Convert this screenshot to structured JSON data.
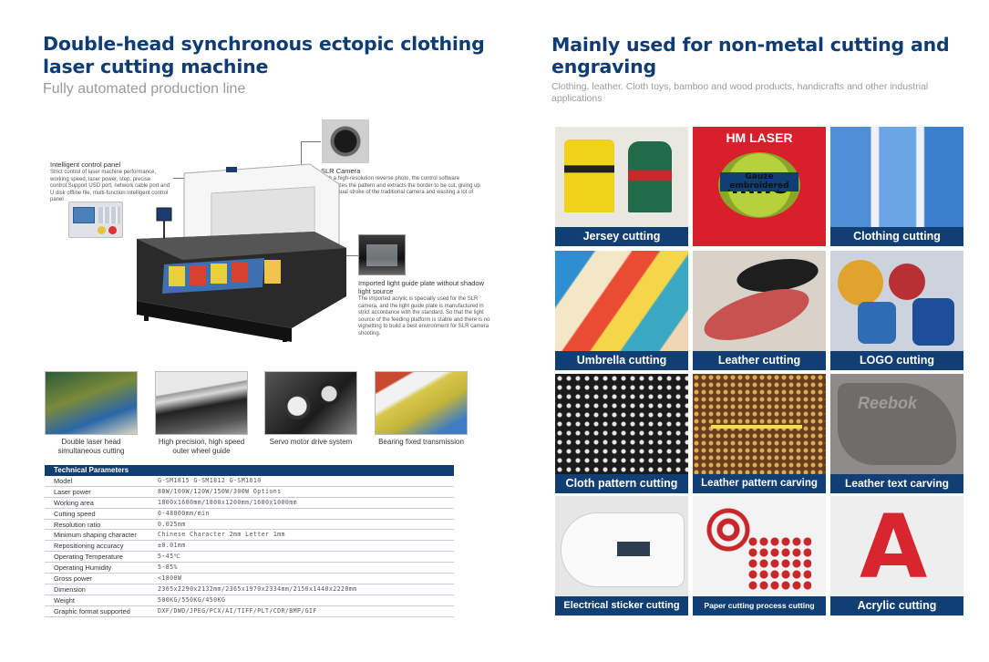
{
  "left": {
    "title": "Double-head synchronous ectopic clothing laser cutting machine",
    "subtitle": "Fully automated production line",
    "callouts": {
      "panel": {
        "title": "Intelligent control panel",
        "text": "Strict control of laser machine performance, working speed, laser power, step, precise control.Support USD port, network cable port and U disk offline file, multi-function intelligent control panel"
      },
      "camera": {
        "title": "SLR Camera",
        "text": "With a high-resolution reverse photo, the control software recognizes the pattern and extracts the border to be cut, giving up the manual stroke of the traditional camera and wasting a lot of time."
      },
      "plate": {
        "title": "Imported light guide plate without shadow light source",
        "text": "The imported acrylic is specially used for the SLR camera, and the light guide plate is manufactured in strict accordance with the standard. So that the light source of the feeding platform is stable and there is no vignetting to build a best environment for SLR camera shooting."
      }
    },
    "features": [
      {
        "caption": "Double laser head simultaneous cutting"
      },
      {
        "caption": "High precision, high speed outer wheel guide"
      },
      {
        "caption": "Servo motor drive system"
      },
      {
        "caption": "Bearing fixed transmission"
      }
    ],
    "tech": {
      "header": "Technical Parameters",
      "rows": [
        {
          "k": "Model",
          "v": "G-SM1815     G-SM1812     G-SM1610"
        },
        {
          "k": "Laser power",
          "v": "80W/100W/120W/150W/300W  Options"
        },
        {
          "k": "Working area",
          "v": "1800x1600mm/1800x1200mm/1600x1000mm"
        },
        {
          "k": "Cutting speed",
          "v": "0-48000mm/min"
        },
        {
          "k": "Resolution ratio",
          "v": "0.025mm"
        },
        {
          "k": "Minimum shaping character",
          "v": "Chinese Character 2mm   Letter 1mm"
        },
        {
          "k": "Repositioning accuracy",
          "v": "±0.01mm"
        },
        {
          "k": "Operating Temperature",
          "v": "5-45℃"
        },
        {
          "k": "Operating Humidity",
          "v": "5-85%"
        },
        {
          "k": "Gross power",
          "v": "<1800W"
        },
        {
          "k": "Dimension",
          "v": "2365x2290x2132mm/2365x1970x2334mm/2150x1440x2220mm"
        },
        {
          "k": "Weight",
          "v": "500KG/550KG/450KG"
        },
        {
          "k": "Graphic format supported",
          "v": "DXF/DWD/JPEG/PCX/AI/TIFF/PLT/CDR/BMP/GIF"
        }
      ]
    }
  },
  "right": {
    "title": "Mainly used for non-metal cutting and engraving",
    "subtitle": "Clothing, leather. Cloth toys, bamboo and wood products, handicrafts and other industrial applications",
    "tiles": [
      {
        "label": "Jersey cutting"
      },
      {
        "label": "Gauze embroidered beads cutting",
        "image_text": "HM LASER",
        "image_text2": "mile"
      },
      {
        "label": "Clothing cutting"
      },
      {
        "label": "Umbrella cutting"
      },
      {
        "label": "Leather cutting"
      },
      {
        "label": "LOGO cutting"
      },
      {
        "label": "Cloth pattern cutting"
      },
      {
        "label": "Leather pattern carving"
      },
      {
        "label": "Leather text carving",
        "image_text": "Reebok"
      },
      {
        "label": "Electrical sticker cutting"
      },
      {
        "label": "Paper cutting process cutting"
      },
      {
        "label": "Acrylic cutting",
        "image_text": "A"
      }
    ]
  },
  "colors": {
    "title_blue": "#0f3d73",
    "caption_bar": "#113f74",
    "subtitle_gray": "#9a9a9a"
  }
}
